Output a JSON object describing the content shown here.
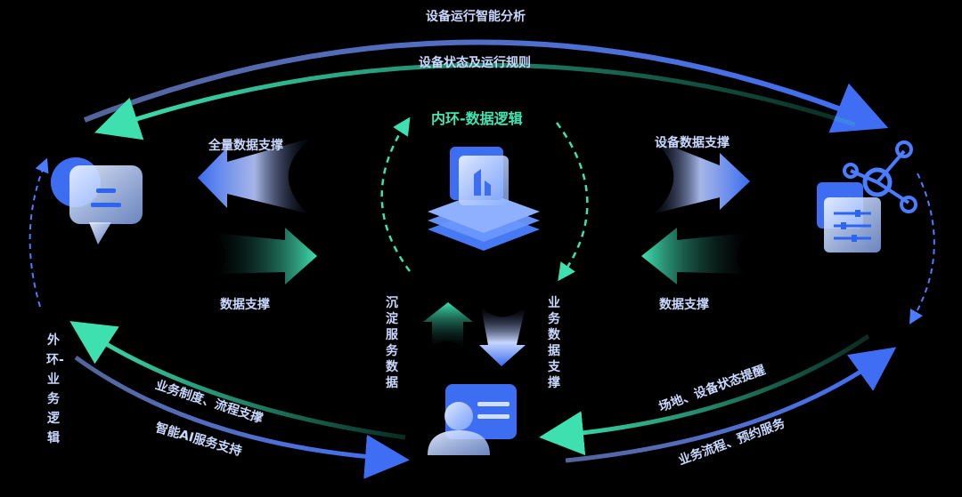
{
  "title": "内环-数据逻辑",
  "outer_label": "外环-业务逻辑",
  "top": {
    "outer_arrow_label": "设备运行智能分析",
    "inner_arrow_label": "设备状态及运行规则"
  },
  "left": {
    "upper_label": "全量数据支撑",
    "lower_label": "数据支撑"
  },
  "right": {
    "upper_label": "设备数据支撑",
    "lower_label": "数据支撑"
  },
  "center": {
    "left_vertical": "沉淀服务数据",
    "right_vertical": "业务数据支撑"
  },
  "bottom_left": {
    "inner_label": "业务制度、流程支撑",
    "outer_label": "智能AI服务支持"
  },
  "bottom_right": {
    "inner_label": "场地、设备状态提醒",
    "outer_label": "业务流程、预约服务"
  },
  "colors": {
    "blue": "#4a7dff",
    "teal": "#2fd6a8",
    "background": "#000000"
  },
  "icons": [
    "chat-icon",
    "data-stack-icon",
    "share-settings-icon",
    "user-card-icon"
  ]
}
